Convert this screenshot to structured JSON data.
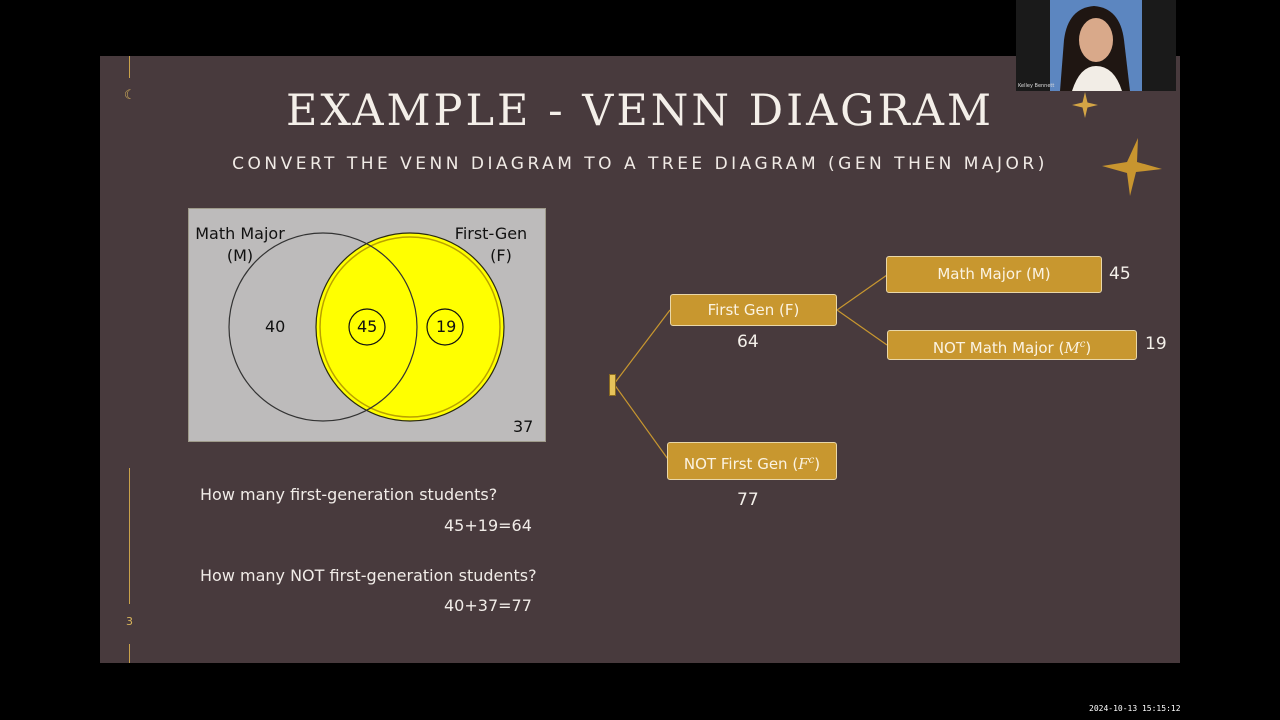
{
  "slide": {
    "title": "EXAMPLE - VENN DIAGRAM",
    "subtitle": "CONVERT THE VENN DIAGRAM TO A TREE DIAGRAM (GEN THEN MAJOR)",
    "page_number": "3",
    "moon_icon": "crescent-moon-icon"
  },
  "venn": {
    "label_left_line1": "Math Major",
    "label_left_line2": "(M)",
    "label_right_line1": "First-Gen",
    "label_right_line2": "(F)",
    "only_m": "40",
    "both": "45",
    "only_f": "19",
    "neither": "37"
  },
  "questions": {
    "q1": "How many first-generation students?",
    "a1": "45+19=64",
    "q2": "How many NOT first-generation students?",
    "a2": "40+37=77"
  },
  "tree": {
    "first_gen_label": "First Gen (F)",
    "first_gen_count": "64",
    "not_first_gen_prefix": "NOT First Gen (",
    "not_first_gen_var": "F",
    "not_first_gen_sup": "c",
    "not_first_gen_suffix": ")",
    "not_first_gen_count": "77",
    "math_major_label": "Math Major (M)",
    "math_major_count": "45",
    "not_math_prefix": "NOT Math Major (",
    "not_math_var": "M",
    "not_math_sup": "c",
    "not_math_suffix": ")",
    "not_math_count": "19"
  },
  "webcam": {
    "name": "Kelley Bennett"
  },
  "timestamp": "2024-10-13 15:15:12",
  "colors": {
    "slide_bg": "#483a3d",
    "gold": "#c8972f",
    "venn_yellow": "#ffff00"
  }
}
